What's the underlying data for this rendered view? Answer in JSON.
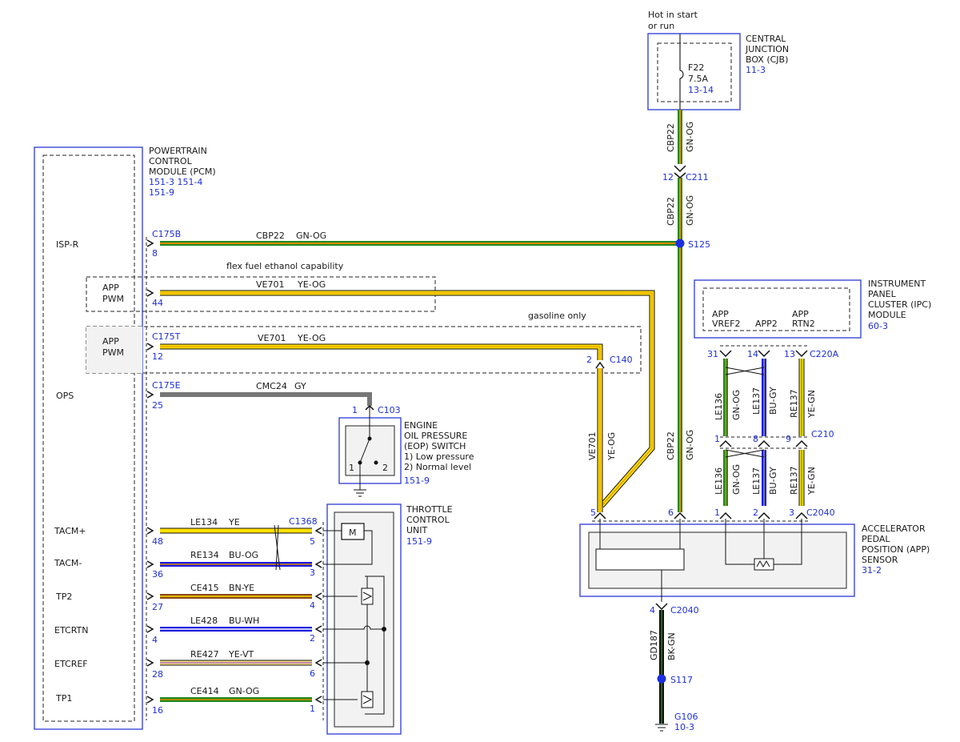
{
  "cjb": {
    "hot_line1": "Hot in start",
    "hot_line2": "or run",
    "fuse": "F22",
    "amps": "7.5A",
    "fuse_ref": "13-14",
    "title": [
      "CENTRAL",
      "JUNCTION",
      "BOX (CJB)"
    ],
    "ref": "11-3"
  },
  "pcm": {
    "title": [
      "POWERTRAIN",
      "CONTROL",
      "MODULE (PCM)"
    ],
    "ref_line1": "151-3  151-4",
    "ref_line2": "151-9",
    "pins": {
      "isp_r": "ISP-R",
      "app_pwm_1": [
        "APP",
        "PWM"
      ],
      "app_pwm_2": [
        "APP",
        "PWM"
      ],
      "ops": "OPS",
      "tacm_plus": "TACM+",
      "tacm_minus": "TACM-",
      "tp2": "TP2",
      "etcrtn": "ETCRTN",
      "etcref": "ETCREF",
      "tp1": "TP1"
    }
  },
  "notes": {
    "flex": "flex fuel ethanol capability",
    "gas": "gasoline only"
  },
  "connectors": {
    "c175b": "C175B",
    "c175t": "C175T",
    "c175e": "C175E",
    "c211": "C211",
    "c140": "C140",
    "c103": "C103",
    "c1368": "C1368",
    "c220a": "C220A",
    "c210": "C210",
    "c2040_top": "C2040",
    "c2040_bot": "C2040"
  },
  "splices": {
    "s125": "S125",
    "s117": "S117"
  },
  "ground": {
    "name": "G106",
    "ref": "10-3"
  },
  "wires": {
    "cbp22_h": [
      "CBP22",
      "GN-OG"
    ],
    "ve701_flex": [
      "VE701",
      "YE-OG"
    ],
    "ve701_gas": [
      "VE701",
      "YE-OG"
    ],
    "cmc24": [
      "CMC24",
      "GY"
    ],
    "le134": [
      "LE134",
      "YE"
    ],
    "re134": [
      "RE134",
      "BU-OG"
    ],
    "ce415": [
      "CE415",
      "BN-YE"
    ],
    "le428": [
      "LE428",
      "BU-WH"
    ],
    "re427": [
      "RE427",
      "YE-VT"
    ],
    "ce414": [
      "CE414",
      "GN-OG"
    ],
    "cbp22_v1": [
      "CBP22",
      "GN-OG"
    ],
    "cbp22_v2": [
      "CBP22",
      "GN-OG"
    ],
    "cbp22_v3": [
      "CBP22",
      "GN-OG"
    ],
    "ve701_v": [
      "VE701",
      "YE-OG"
    ],
    "le136_a": [
      "LE136",
      "GN-OG"
    ],
    "le137_a": [
      "LE137",
      "BU-GY"
    ],
    "re137_a": [
      "RE137",
      "YE-GN"
    ],
    "le136_b": [
      "LE136",
      "GN-OG"
    ],
    "le137_b": [
      "LE137",
      "BU-GY"
    ],
    "re137_b": [
      "RE137",
      "YE-GN"
    ],
    "gd187": [
      "GD187",
      "BK-GN"
    ]
  },
  "pin_numbers": {
    "pcm_isp": "8",
    "pcm_app1": "44",
    "pcm_app2": "12",
    "pcm_ops": "25",
    "pcm_tacmp": "48",
    "pcm_tacmm": "36",
    "pcm_tp2": "27",
    "pcm_etcrtn": "4",
    "pcm_etcref": "28",
    "pcm_tp1": "16",
    "tcu_5": "5",
    "tcu_3": "3",
    "tcu_4": "4",
    "tcu_2": "2",
    "tcu_6": "6",
    "tcu_1": "1",
    "c211": "12",
    "c140": "2",
    "c103": "1",
    "app_5": "5",
    "app_6": "6",
    "app_1": "1",
    "app_2": "2",
    "app_3": "3",
    "ipc_31": "31",
    "ipc_14": "14",
    "ipc_13": "13",
    "c210_1": "1",
    "c210_8": "8",
    "c210_9": "9",
    "c2040_4": "4"
  },
  "eop": {
    "title": [
      "ENGINE",
      "OIL PRESSURE",
      "(EOP) SWITCH"
    ],
    "state1": "1) Low pressure",
    "state2": "2) Normal level",
    "ref": "151-9",
    "pos1": "1",
    "pos2": "2"
  },
  "tcu": {
    "title": [
      "THROTTLE",
      "CONTROL",
      "UNIT"
    ],
    "ref": "151-9",
    "motor": "M"
  },
  "ipc": {
    "title": [
      "INSTRUMENT",
      "PANEL",
      "CLUSTER (IPC)",
      "MODULE"
    ],
    "ref": "60-3",
    "pin_vref2": [
      "APP",
      "VREF2"
    ],
    "pin_app2": "APP2",
    "pin_rtn2": [
      "APP",
      "RTN2"
    ]
  },
  "app": {
    "title": [
      "ACCELERATOR",
      "PEDAL",
      "POSITION (APP)",
      "SENSOR"
    ],
    "ref": "31-2"
  },
  "colors": {
    "GN": "#1e8a1e",
    "OG": "#e08a00",
    "YE": "#ffe000",
    "GY": "#8c8c8c",
    "BU": "#1a1ae0",
    "BN": "#8a4a1a",
    "WH": "#ffffff",
    "VT": "#8a2be2",
    "BK": "#111111",
    "blue_text": "#1f2fd6",
    "splice": "#1a2fe0"
  }
}
